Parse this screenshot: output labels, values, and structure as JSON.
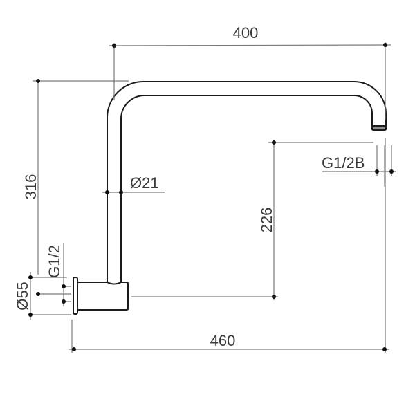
{
  "diagram": {
    "type": "technical-dimension-drawing",
    "subject": "Shower arm (gooseneck) side elevation",
    "colors": {
      "outline": "#1a1a1a",
      "dimension": "#7a7a7a",
      "text": "#3a3a3a",
      "background": "#ffffff"
    },
    "dimensions": {
      "top_width": "400",
      "overall_height": "316",
      "pipe_diameter": "Ø21",
      "outlet_thread": "G1/2B",
      "outlet_drop": "226",
      "inlet_thread": "G1/2",
      "flange_diameter": "Ø55",
      "overall_projection": "460"
    }
  }
}
